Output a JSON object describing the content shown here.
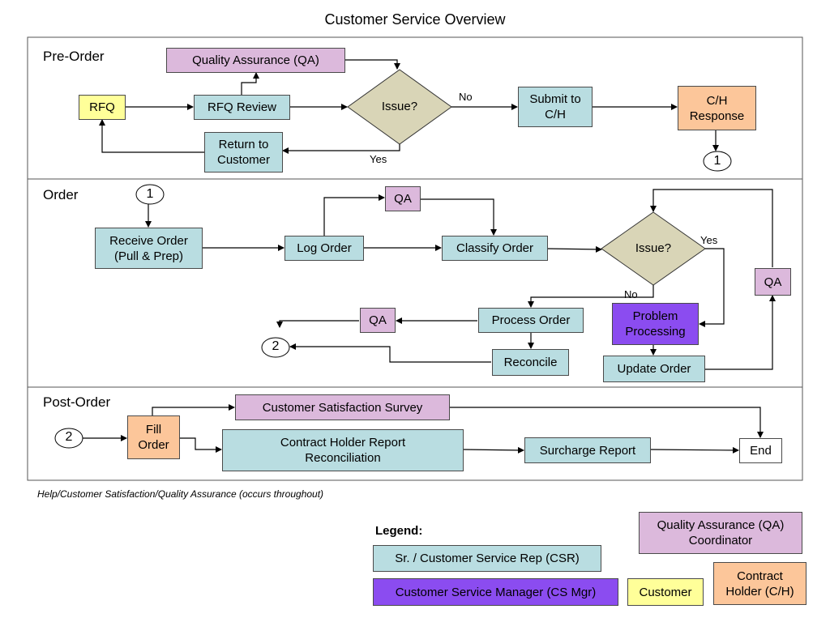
{
  "title": "Customer Service Overview",
  "lanes": {
    "pre_order": "Pre-Order",
    "order": "Order",
    "post_order": "Post-Order"
  },
  "nodes": {
    "rfq": "RFQ",
    "rfq_review": "RFQ Review",
    "qa_preorder": "Quality Assurance (QA)",
    "issue_preorder": "Issue?",
    "submit_ch": "Submit to\nC/H",
    "ch_response": "C/H\nResponse",
    "return_customer": "Return to\nCustomer",
    "connector_1a": "1",
    "connector_1b": "1",
    "receive_order": "Receive Order\n(Pull & Prep)",
    "log_order": "Log Order",
    "qa_order_top": "QA",
    "classify_order": "Classify Order",
    "issue_order": "Issue?",
    "qa_order_right": "QA",
    "problem_processing": "Problem\nProcessing",
    "update_order": "Update Order",
    "process_order": "Process Order",
    "qa_order_left": "QA",
    "reconcile": "Reconcile",
    "connector_2a": "2",
    "connector_2b": "2",
    "fill_order": "Fill\nOrder",
    "survey": "Customer Satisfaction Survey",
    "ch_report": "Contract Holder Report\nReconciliation",
    "surcharge": "Surcharge Report",
    "end": "End"
  },
  "edge_labels": {
    "pre_no": "No",
    "pre_yes": "Yes",
    "order_yes": "Yes",
    "order_no": "No"
  },
  "note": "Help/Customer Satisfaction/Quality Assurance (occurs throughout)",
  "legend": {
    "title": "Legend:",
    "csr": "Sr. / Customer Service Rep (CSR)",
    "mgr": "Customer Service Manager (CS Mgr)",
    "customer": "Customer",
    "qa": "Quality Assurance (QA)\nCoordinator",
    "ch": "Contract\nHolder (C/H)"
  },
  "colors": {
    "csr": "#b9dde1",
    "qa": "#dcb9dc",
    "customer": "#ffff99",
    "contract_holder": "#fcc69a",
    "manager": "#8b4cf0",
    "decision": "#d9d5b7"
  }
}
